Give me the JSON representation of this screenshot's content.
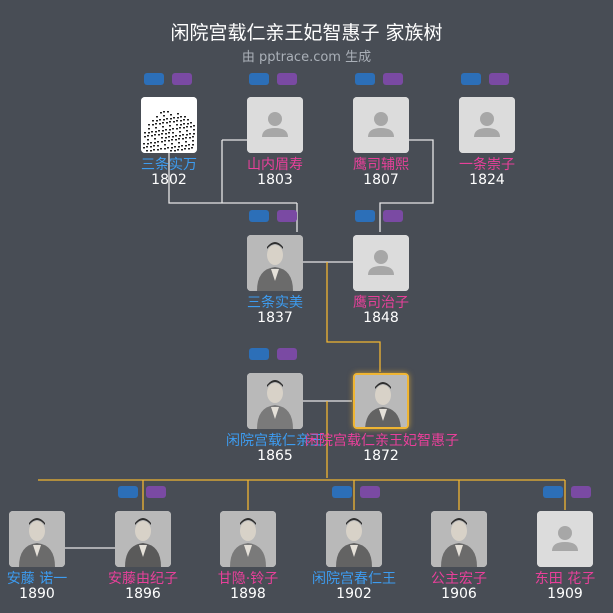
{
  "header": {
    "title": "闲院宫载仁亲王妃智惠子 家族树",
    "subtitle": "由 pptrace.com 生成"
  },
  "colors": {
    "background": "#484d55",
    "male": "#3d9cf0",
    "female": "#e8409a",
    "selected_border": "#f0b532",
    "line_default": "#e6e6e6",
    "line_highlight": "#f0b532"
  },
  "people": [
    {
      "id": "p1",
      "name": "三条实万",
      "year": "1802",
      "gender": "male",
      "photo": "map-scan"
    },
    {
      "id": "p2",
      "name": "山内眉寿",
      "year": "1803",
      "gender": "female",
      "photo": "placeholder"
    },
    {
      "id": "p3",
      "name": "鹰司辅熙",
      "year": "1807",
      "gender": "female",
      "photo": "placeholder"
    },
    {
      "id": "p4",
      "name": "一条崇子",
      "year": "1824",
      "gender": "female",
      "photo": "placeholder"
    },
    {
      "id": "p5",
      "name": "三条实美",
      "year": "1837",
      "gender": "male",
      "photo": "portrait"
    },
    {
      "id": "p6",
      "name": "鹰司治子",
      "year": "1848",
      "gender": "female",
      "photo": "placeholder"
    },
    {
      "id": "p7",
      "name": "闲院宫载仁亲王",
      "year": "1865",
      "gender": "male",
      "photo": "portrait"
    },
    {
      "id": "p8",
      "name": "闲院宫载仁亲王妃智惠子",
      "year": "1872",
      "gender": "female",
      "photo": "portrait",
      "selected": true
    },
    {
      "id": "p9",
      "name": "安藤 诺一",
      "year": "1890",
      "gender": "male",
      "photo": "portrait"
    },
    {
      "id": "p10",
      "name": "安藤由纪子",
      "year": "1896",
      "gender": "female",
      "photo": "portrait"
    },
    {
      "id": "p11",
      "name": "甘隐·铃子",
      "year": "1898",
      "gender": "female",
      "photo": "portrait"
    },
    {
      "id": "p12",
      "name": "闲院宫春仁王",
      "year": "1902",
      "gender": "male",
      "photo": "portrait"
    },
    {
      "id": "p13",
      "name": "公主宏子",
      "year": "1906",
      "gender": "female",
      "photo": "portrait"
    },
    {
      "id": "p14",
      "name": "东田 花子",
      "year": "1909",
      "gender": "female",
      "photo": "placeholder"
    }
  ]
}
